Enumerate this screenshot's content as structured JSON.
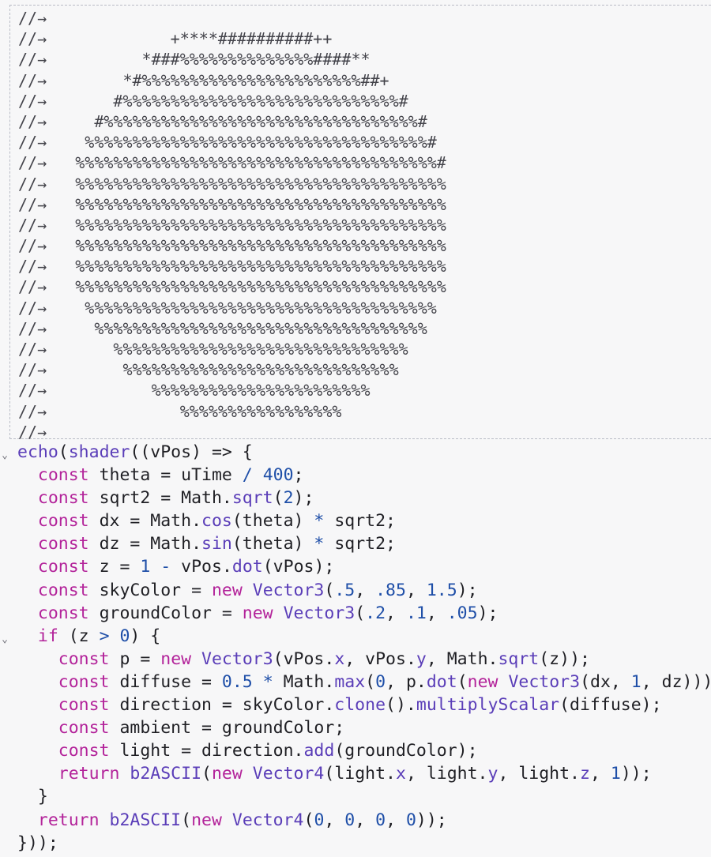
{
  "output": {
    "lines": [
      {
        "prefix": "//→",
        "art": ""
      },
      {
        "prefix": "//→",
        "art": "             +****##########++"
      },
      {
        "prefix": "//→",
        "art": "          *###%%%%%%%%%%%%%%####**"
      },
      {
        "prefix": "//→",
        "art": "        *#%%%%%%%%%%%%%%%%%%%%%%%##+"
      },
      {
        "prefix": "//→",
        "art": "       #%%%%%%%%%%%%%%%%%%%%%%%%%%%%%#"
      },
      {
        "prefix": "//→",
        "art": "     #%%%%%%%%%%%%%%%%%%%%%%%%%%%%%%%%%#"
      },
      {
        "prefix": "//→",
        "art": "    %%%%%%%%%%%%%%%%%%%%%%%%%%%%%%%%%%%%#"
      },
      {
        "prefix": "//→",
        "art": "   %%%%%%%%%%%%%%%%%%%%%%%%%%%%%%%%%%%%%%#"
      },
      {
        "prefix": "//→",
        "art": "   %%%%%%%%%%%%%%%%%%%%%%%%%%%%%%%%%%%%%%%"
      },
      {
        "prefix": "//→",
        "art": "   %%%%%%%%%%%%%%%%%%%%%%%%%%%%%%%%%%%%%%%"
      },
      {
        "prefix": "//→",
        "art": "   %%%%%%%%%%%%%%%%%%%%%%%%%%%%%%%%%%%%%%%"
      },
      {
        "prefix": "//→",
        "art": "   %%%%%%%%%%%%%%%%%%%%%%%%%%%%%%%%%%%%%%%"
      },
      {
        "prefix": "//→",
        "art": "   %%%%%%%%%%%%%%%%%%%%%%%%%%%%%%%%%%%%%%%"
      },
      {
        "prefix": "//→",
        "art": "   %%%%%%%%%%%%%%%%%%%%%%%%%%%%%%%%%%%%%%%"
      },
      {
        "prefix": "//→",
        "art": "    %%%%%%%%%%%%%%%%%%%%%%%%%%%%%%%%%%%%%"
      },
      {
        "prefix": "//→",
        "art": "     %%%%%%%%%%%%%%%%%%%%%%%%%%%%%%%%%%%"
      },
      {
        "prefix": "//→",
        "art": "       %%%%%%%%%%%%%%%%%%%%%%%%%%%%%%%"
      },
      {
        "prefix": "//→",
        "art": "        %%%%%%%%%%%%%%%%%%%%%%%%%%%%%"
      },
      {
        "prefix": "//→",
        "art": "           %%%%%%%%%%%%%%%%%%%%%%%"
      },
      {
        "prefix": "//→",
        "art": "              %%%%%%%%%%%%%%%%%"
      },
      {
        "prefix": "//→",
        "art": ""
      }
    ]
  },
  "code": {
    "lines": [
      {
        "fold": "⌄",
        "tokens": [
          [
            "fn",
            "echo"
          ],
          [
            "plain",
            "("
          ],
          [
            "fn",
            "shader"
          ],
          [
            "plain",
            "((vPos) => {"
          ]
        ]
      },
      {
        "fold": "",
        "tokens": [
          [
            "plain",
            "  "
          ],
          [
            "kw",
            "const"
          ],
          [
            "plain",
            " theta = uTime "
          ],
          [
            "op",
            "/"
          ],
          [
            "plain",
            " "
          ],
          [
            "num",
            "400"
          ],
          [
            "plain",
            ";"
          ]
        ]
      },
      {
        "fold": "",
        "tokens": [
          [
            "plain",
            "  "
          ],
          [
            "kw",
            "const"
          ],
          [
            "plain",
            " sqrt2 = Math."
          ],
          [
            "fn",
            "sqrt"
          ],
          [
            "plain",
            "("
          ],
          [
            "num",
            "2"
          ],
          [
            "plain",
            ");"
          ]
        ]
      },
      {
        "fold": "",
        "tokens": [
          [
            "plain",
            "  "
          ],
          [
            "kw",
            "const"
          ],
          [
            "plain",
            " dx = Math."
          ],
          [
            "fn",
            "cos"
          ],
          [
            "plain",
            "(theta) "
          ],
          [
            "op",
            "*"
          ],
          [
            "plain",
            " sqrt2;"
          ]
        ]
      },
      {
        "fold": "",
        "tokens": [
          [
            "plain",
            "  "
          ],
          [
            "kw",
            "const"
          ],
          [
            "plain",
            " dz = Math."
          ],
          [
            "fn",
            "sin"
          ],
          [
            "plain",
            "(theta) "
          ],
          [
            "op",
            "*"
          ],
          [
            "plain",
            " sqrt2;"
          ]
        ]
      },
      {
        "fold": "",
        "tokens": [
          [
            "plain",
            "  "
          ],
          [
            "kw",
            "const"
          ],
          [
            "plain",
            " z = "
          ],
          [
            "num",
            "1"
          ],
          [
            "plain",
            " "
          ],
          [
            "op",
            "-"
          ],
          [
            "plain",
            " vPos."
          ],
          [
            "fn",
            "dot"
          ],
          [
            "plain",
            "(vPos);"
          ]
        ]
      },
      {
        "fold": "",
        "tokens": [
          [
            "plain",
            "  "
          ],
          [
            "kw",
            "const"
          ],
          [
            "plain",
            " skyColor = "
          ],
          [
            "kw",
            "new"
          ],
          [
            "plain",
            " "
          ],
          [
            "fn",
            "Vector3"
          ],
          [
            "plain",
            "("
          ],
          [
            "num",
            ".5"
          ],
          [
            "plain",
            ", "
          ],
          [
            "num",
            ".85"
          ],
          [
            "plain",
            ", "
          ],
          [
            "num",
            "1.5"
          ],
          [
            "plain",
            ");"
          ]
        ]
      },
      {
        "fold": "",
        "tokens": [
          [
            "plain",
            "  "
          ],
          [
            "kw",
            "const"
          ],
          [
            "plain",
            " groundColor = "
          ],
          [
            "kw",
            "new"
          ],
          [
            "plain",
            " "
          ],
          [
            "fn",
            "Vector3"
          ],
          [
            "plain",
            "("
          ],
          [
            "num",
            ".2"
          ],
          [
            "plain",
            ", "
          ],
          [
            "num",
            ".1"
          ],
          [
            "plain",
            ", "
          ],
          [
            "num",
            ".05"
          ],
          [
            "plain",
            ");"
          ]
        ]
      },
      {
        "fold": "⌄",
        "tokens": [
          [
            "plain",
            "  "
          ],
          [
            "kw",
            "if"
          ],
          [
            "plain",
            " (z "
          ],
          [
            "op",
            ">"
          ],
          [
            "plain",
            " "
          ],
          [
            "num",
            "0"
          ],
          [
            "plain",
            ") {"
          ]
        ]
      },
      {
        "fold": "",
        "tokens": [
          [
            "plain",
            "    "
          ],
          [
            "kw",
            "const"
          ],
          [
            "plain",
            " p = "
          ],
          [
            "kw",
            "new"
          ],
          [
            "plain",
            " "
          ],
          [
            "fn",
            "Vector3"
          ],
          [
            "plain",
            "(vPos."
          ],
          [
            "fn",
            "x"
          ],
          [
            "plain",
            ", vPos."
          ],
          [
            "fn",
            "y"
          ],
          [
            "plain",
            ", Math."
          ],
          [
            "fn",
            "sqrt"
          ],
          [
            "plain",
            "(z));"
          ]
        ]
      },
      {
        "fold": "",
        "tokens": [
          [
            "plain",
            "    "
          ],
          [
            "kw",
            "const"
          ],
          [
            "plain",
            " diffuse = "
          ],
          [
            "num",
            "0.5"
          ],
          [
            "plain",
            " "
          ],
          [
            "op",
            "*"
          ],
          [
            "plain",
            " Math."
          ],
          [
            "fn",
            "max"
          ],
          [
            "plain",
            "("
          ],
          [
            "num",
            "0"
          ],
          [
            "plain",
            ", p."
          ],
          [
            "fn",
            "dot"
          ],
          [
            "plain",
            "("
          ],
          [
            "kw",
            "new"
          ],
          [
            "plain",
            " "
          ],
          [
            "fn",
            "Vector3"
          ],
          [
            "plain",
            "(dx, "
          ],
          [
            "num",
            "1"
          ],
          [
            "plain",
            ", dz)));"
          ]
        ]
      },
      {
        "fold": "",
        "tokens": [
          [
            "plain",
            "    "
          ],
          [
            "kw",
            "const"
          ],
          [
            "plain",
            " direction = skyColor."
          ],
          [
            "fn",
            "clone"
          ],
          [
            "plain",
            "()."
          ],
          [
            "fn",
            "multiplyScalar"
          ],
          [
            "plain",
            "(diffuse);"
          ]
        ]
      },
      {
        "fold": "",
        "tokens": [
          [
            "plain",
            "    "
          ],
          [
            "kw",
            "const"
          ],
          [
            "plain",
            " ambient = groundColor;"
          ]
        ]
      },
      {
        "fold": "",
        "tokens": [
          [
            "plain",
            "    "
          ],
          [
            "kw",
            "const"
          ],
          [
            "plain",
            " light = direction."
          ],
          [
            "fn",
            "add"
          ],
          [
            "plain",
            "(groundColor);"
          ]
        ]
      },
      {
        "fold": "",
        "tokens": [
          [
            "plain",
            "    "
          ],
          [
            "kw",
            "return"
          ],
          [
            "plain",
            " "
          ],
          [
            "fn",
            "b2ASCII"
          ],
          [
            "plain",
            "("
          ],
          [
            "kw",
            "new"
          ],
          [
            "plain",
            " "
          ],
          [
            "fn",
            "Vector4"
          ],
          [
            "plain",
            "(light."
          ],
          [
            "fn",
            "x"
          ],
          [
            "plain",
            ", light."
          ],
          [
            "fn",
            "y"
          ],
          [
            "plain",
            ", light."
          ],
          [
            "fn",
            "z"
          ],
          [
            "plain",
            ", "
          ],
          [
            "num",
            "1"
          ],
          [
            "plain",
            "));"
          ]
        ]
      },
      {
        "fold": "",
        "tokens": [
          [
            "plain",
            "  }"
          ]
        ]
      },
      {
        "fold": "",
        "tokens": [
          [
            "plain",
            "  "
          ],
          [
            "kw",
            "return"
          ],
          [
            "plain",
            " "
          ],
          [
            "fn",
            "b2ASCII"
          ],
          [
            "plain",
            "("
          ],
          [
            "kw",
            "new"
          ],
          [
            "plain",
            " "
          ],
          [
            "fn",
            "Vector4"
          ],
          [
            "plain",
            "("
          ],
          [
            "num",
            "0"
          ],
          [
            "plain",
            ", "
          ],
          [
            "num",
            "0"
          ],
          [
            "plain",
            ", "
          ],
          [
            "num",
            "0"
          ],
          [
            "plain",
            ", "
          ],
          [
            "num",
            "0"
          ],
          [
            "plain",
            "));"
          ]
        ]
      },
      {
        "fold": "",
        "tokens": [
          [
            "plain",
            "}));"
          ]
        ]
      }
    ]
  },
  "colors": {
    "keyword": "#b3239a",
    "function": "#5a3db8",
    "number": "#1f4fa8",
    "text": "#1f1f24",
    "background": "#f7f7f8"
  }
}
